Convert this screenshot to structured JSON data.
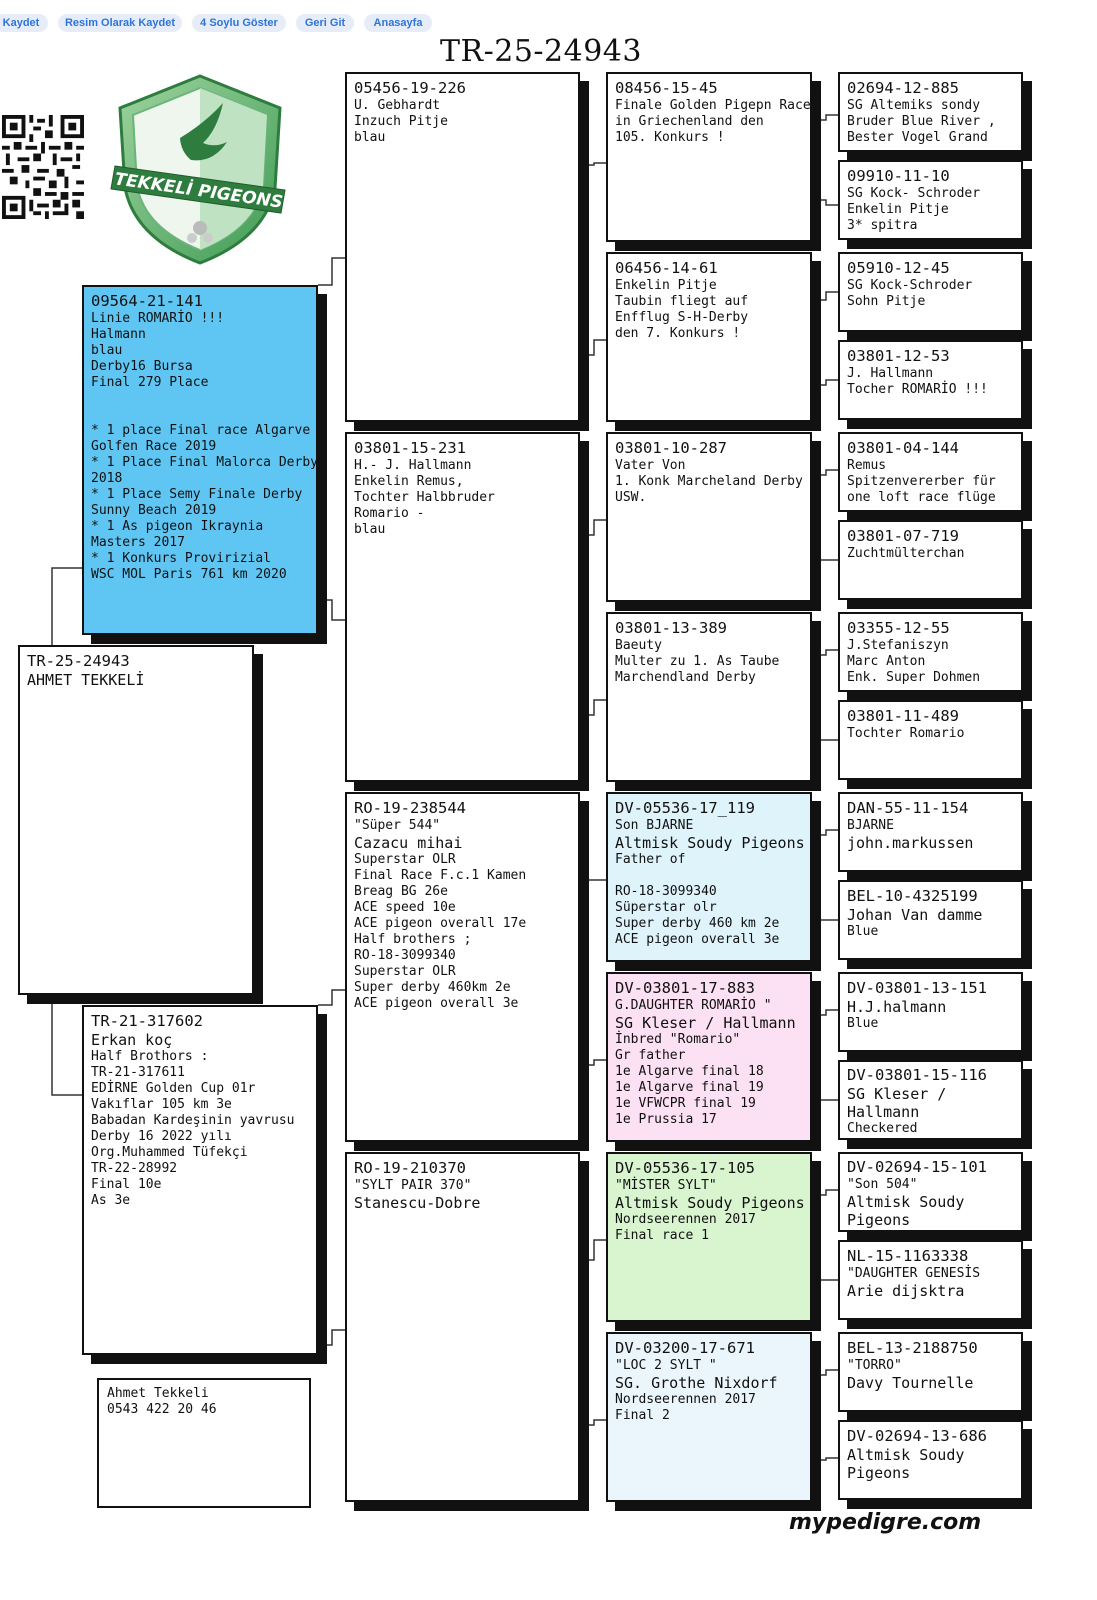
{
  "toolbar": {
    "buttons": [
      "Kaydet",
      "Resim Olarak Kaydet",
      "4 Soylu Göster",
      "Geri Git",
      "Anasayfa"
    ]
  },
  "title": "TR-25-24943",
  "brand": {
    "logo_text": "TEKKELİ PIGEONS",
    "footer": "mypedigre.com"
  },
  "owner_card": {
    "lines": [
      "Ahmet Tekkeli",
      "0543 422 20 46"
    ]
  },
  "pedigree": {
    "subject": {
      "ring": "TR-25-24943",
      "lines": [
        "AHMET TEKKELİ"
      ]
    },
    "sire": {
      "ring": "09564-21-141",
      "lines": [
        "Linie ROMARİO !!!",
        "Halmann",
        "blau",
        "Derby16 Bursa",
        "Final 279 Place",
        "",
        "",
        "* 1 place Final race Algarve",
        "Golfen Race 2019",
        "* 1 Place Final Malorca Derby",
        "2018",
        "* 1 Place Semy Finale Derby",
        "Sunny Beach 2019",
        "* 1 As pigeon Ikraynia",
        "Masters 2017",
        "* 1 Konkurs Provirizial",
        "WSC MOL Paris 761 km 2020"
      ]
    },
    "dam": {
      "ring": "TR-21-317602",
      "lines": [
        "Erkan koç",
        "Half Brothors :",
        "TR-21-317611",
        "EDİRNE Golden Cup 01r",
        "Vakıflar 105 km 3e",
        "Babadan Kardeşinin yavrusu",
        "Derby 16 2022 yılı",
        "Org.Muhammed Tüfekçi",
        "TR-22-28992",
        "Final 10e",
        "As 3e"
      ]
    },
    "gen2": [
      {
        "ring": "05456-19-226",
        "lines": [
          "U. Gebhardt",
          "Inzuch Pitje",
          "blau"
        ]
      },
      {
        "ring": "03801-15-231",
        "lines": [
          "H.- J. Hallmann",
          "Enkelin Remus,",
          "Tochter Halbbruder",
          "Romario -",
          "blau"
        ]
      },
      {
        "ring": "RO-19-238544",
        "lines": [
          "\"Süper 544\"",
          "Cazacu mihai",
          "Superstar OLR",
          "Final Race F.c.1 Kamen",
          "Breag BG 26e",
          "ACE speed 10e",
          "ACE pigeon overall 17e",
          "Half brothers ;",
          "RO-18-3099340",
          "Superstar OLR",
          "Super derby 460km 2e",
          "ACE pigeon overall 3e"
        ]
      },
      {
        "ring": "RO-19-210370",
        "lines": [
          "\"SYLT PAIR 370\"",
          "Stanescu-Dobre"
        ]
      }
    ],
    "gen3": [
      {
        "ring": "08456-15-45",
        "lines": [
          "Finale Golden Pigepn Race",
          "in Griechenland den",
          "105. Konkurs !"
        ]
      },
      {
        "ring": "06456-14-61",
        "lines": [
          "Enkelin Pitje",
          "Taubin fliegt auf",
          "Enfflug S-H-Derby",
          "den 7. Konkurs !"
        ]
      },
      {
        "ring": "03801-10-287",
        "lines": [
          "Vater Von",
          "1. Konk Marcheland Derby",
          "USW."
        ]
      },
      {
        "ring": "03801-13-389",
        "lines": [
          "Baeuty",
          "Multer zu 1. As Taube",
          "Marchendland Derby"
        ]
      },
      {
        "ring": "DV-05536-17_119",
        "lines": [
          "Son BJARNE",
          "Altmisk Soudy Pigeons",
          "Father of",
          "",
          "RO-18-3099340",
          "Süperstar olr",
          "Super derby 460 km 2e",
          "ACE pigeon overall 3e"
        ]
      },
      {
        "ring": "DV-03801-17-883",
        "lines": [
          "G.DAUGHTER ROMARİO \"",
          "SG Kleser / Hallmann",
          "İnbred \"Romario\"",
          "Gr father",
          "1e Algarve final 18",
          "1e Algarve final 19",
          "1e VFWCPR final 19",
          "1e Prussia 17"
        ]
      },
      {
        "ring": "DV-05536-17-105",
        "lines": [
          "\"MİSTER SYLT\"",
          "Altmisk Soudy Pigeons",
          "Nordseerennen 2017",
          "Final race 1"
        ]
      },
      {
        "ring": "DV-03200-17-671",
        "lines": [
          "\"LOC 2 SYLT \"",
          "SG. Grothe Nixdorf",
          "Nordseerennen 2017",
          "Final 2"
        ]
      }
    ],
    "gen4": [
      {
        "ring": "02694-12-885",
        "lines": [
          "SG Altemiks sondy",
          "Bruder Blue River ,",
          "Bester Vogel Grand"
        ]
      },
      {
        "ring": "09910-11-10",
        "lines": [
          "SG Kock- Schroder",
          "Enkelin Pitje",
          "3* spitra"
        ]
      },
      {
        "ring": "05910-12-45",
        "lines": [
          "SG Kock-Schroder",
          "Sohn Pitje"
        ]
      },
      {
        "ring": "03801-12-53",
        "lines": [
          "J. Hallmann",
          "Tocher ROMARİO !!!"
        ]
      },
      {
        "ring": "03801-04-144",
        "lines": [
          "Remus",
          "Spitzenvererber für",
          "one loft race flüge"
        ]
      },
      {
        "ring": "03801-07-719",
        "lines": [
          "Zuchtmülterchan"
        ]
      },
      {
        "ring": "03355-12-55",
        "lines": [
          "J.Stefaniszyn",
          "Marc Anton",
          "Enk. Super Dohmen"
        ]
      },
      {
        "ring": "03801-11-489",
        "lines": [
          "Tochter Romario"
        ]
      },
      {
        "ring": "DAN-55-11-154",
        "lines": [
          "BJARNE",
          "john.markussen"
        ]
      },
      {
        "ring": "BEL-10-4325199",
        "lines": [
          "Johan Van damme",
          "Blue"
        ]
      },
      {
        "ring": "DV-03801-13-151",
        "lines": [
          "H.J.halmann",
          "Blue"
        ]
      },
      {
        "ring": "DV-03801-15-116",
        "lines": [
          "SG Kleser /",
          "Hallmann",
          "Checkered"
        ]
      },
      {
        "ring": "DV-02694-15-101",
        "lines": [
          "\"Son 504\"",
          "Altmisk Soudy",
          "Pigeons"
        ]
      },
      {
        "ring": "NL-15-1163338",
        "lines": [
          "\"DAUGHTER GENESİS",
          "Arie dijsktra"
        ]
      },
      {
        "ring": "BEL-13-2188750",
        "lines": [
          "\"TORRO\"",
          "Davy Tournelle"
        ]
      },
      {
        "ring": "DV-02694-13-686",
        "lines": [
          "Altmisk Soudy",
          "Pigeons"
        ]
      }
    ]
  },
  "colors": {
    "sire_bg": "#5fc6f3",
    "light_blue": "#dff3fb",
    "pink": "#fbe1f3",
    "green": "#d9f5cf",
    "accent": "#2f74d8"
  }
}
